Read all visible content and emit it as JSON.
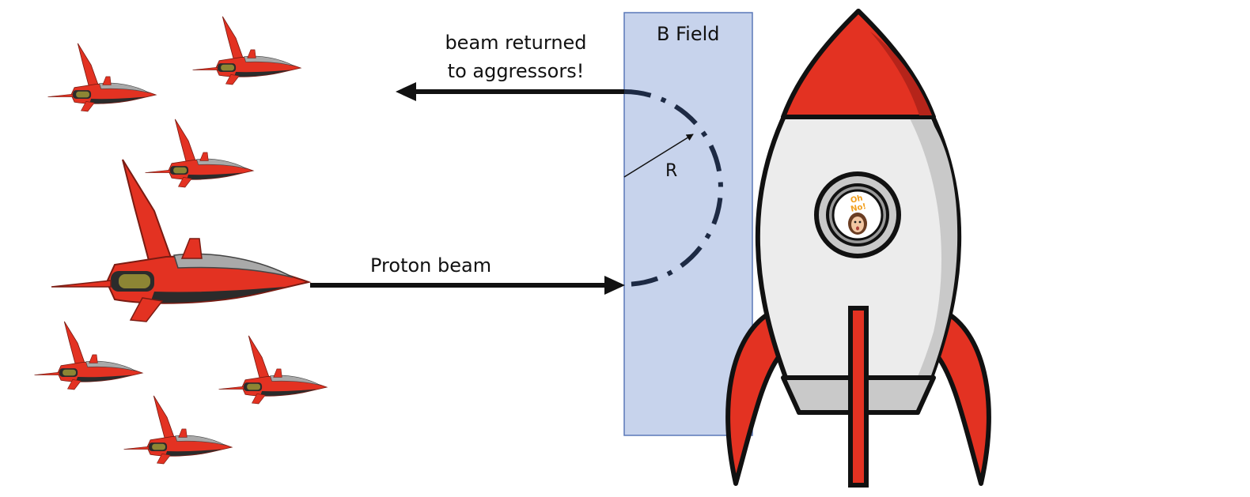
{
  "labels": {
    "b_field": "B Field",
    "beam_returned_line1": "beam returned",
    "beam_returned_line2": "to aggressors!",
    "proton_beam": "Proton beam",
    "radius": "R",
    "face_sticker": "Oh No!"
  },
  "colors": {
    "field_fill": "#c7d3ec",
    "field_stroke": "#5a78b8",
    "ship_red": "#e33222",
    "ship_dark": "#2b2b2b",
    "ship_canopy": "#a9a9a9",
    "ship_gold": "#8d8534",
    "rocket_red": "#e33222",
    "rocket_body": "#ececec",
    "rocket_shade": "#c9c9c9",
    "outline": "#111111",
    "path_dash": "#1d2a44"
  },
  "icons": {
    "ship": "spaceship-icon",
    "rocket": "rocket-icon",
    "porthole": "porthole-icon"
  }
}
